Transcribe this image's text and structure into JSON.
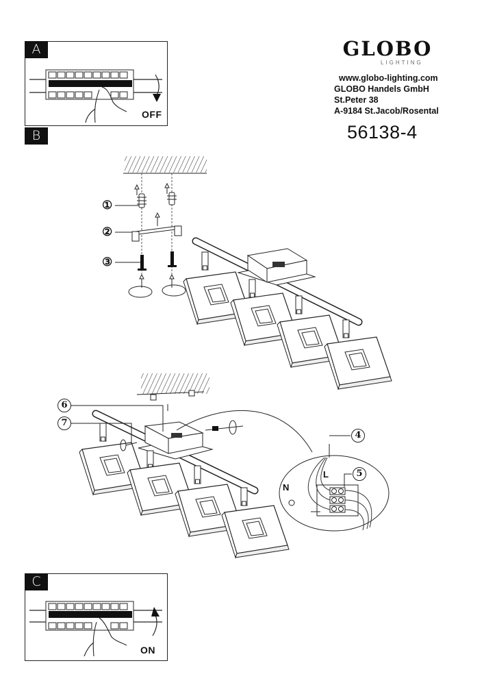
{
  "brand": {
    "logo_text": "GLOBO",
    "logo_subtext": "LIGHTING",
    "website": "www.globo-lighting.com",
    "company": "GLOBO Handels GmbH",
    "street": "St.Peter 38",
    "city": "A-9184 St.Jacob/Rosental"
  },
  "product": {
    "model_number": "56138-4"
  },
  "steps": [
    {
      "tag": "A",
      "state": "OFF",
      "arrow": "rotate-down"
    },
    {
      "tag": "B"
    },
    {
      "tag": "C",
      "state": "ON",
      "arrow": "rotate-up"
    }
  ],
  "callouts": [
    "①",
    "②",
    "③",
    "4",
    "5",
    "6",
    "7"
  ],
  "wiring": {
    "live_label": "L",
    "neutral_label": "N",
    "earth_symbol": "earth-ground-icon"
  },
  "colors": {
    "ink": "#111111",
    "tag_bg": "#111111",
    "tag_fg": "#ffffff"
  }
}
